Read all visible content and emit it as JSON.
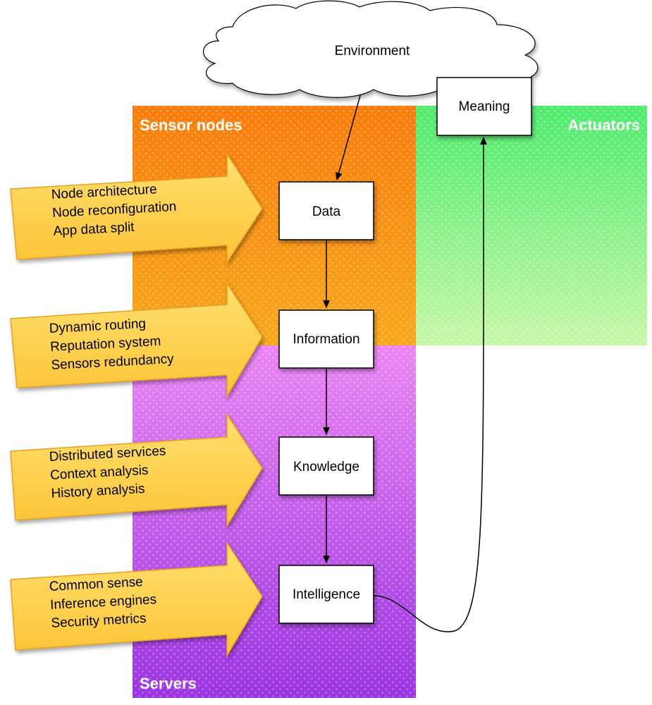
{
  "zones": {
    "sensor_nodes": "Sensor nodes",
    "actuators": "Actuators",
    "servers": "Servers"
  },
  "cloud": {
    "label": "Environment"
  },
  "nodes": {
    "data": "Data",
    "information": "Information",
    "knowledge": "Knowledge",
    "intelligence": "Intelligence",
    "meaning": "Meaning"
  },
  "side_arrows": [
    {
      "lines": [
        "Node architecture",
        "Node reconfiguration",
        "App data split"
      ]
    },
    {
      "lines": [
        "Dynamic routing",
        "Reputation system",
        "Sensors redundancy"
      ]
    },
    {
      "lines": [
        "Distributed services",
        "Context analysis",
        "History analysis"
      ]
    },
    {
      "lines": [
        "Common sense",
        "Inference engines",
        "Security metrics"
      ]
    }
  ],
  "colors": {
    "sensor_zone": "#f98a10",
    "actuator_zone": "#5cee7a",
    "server_zone": "#b44ee8",
    "side_arrow": "#ffcf4a",
    "side_arrow_border": "#e59a1c"
  }
}
